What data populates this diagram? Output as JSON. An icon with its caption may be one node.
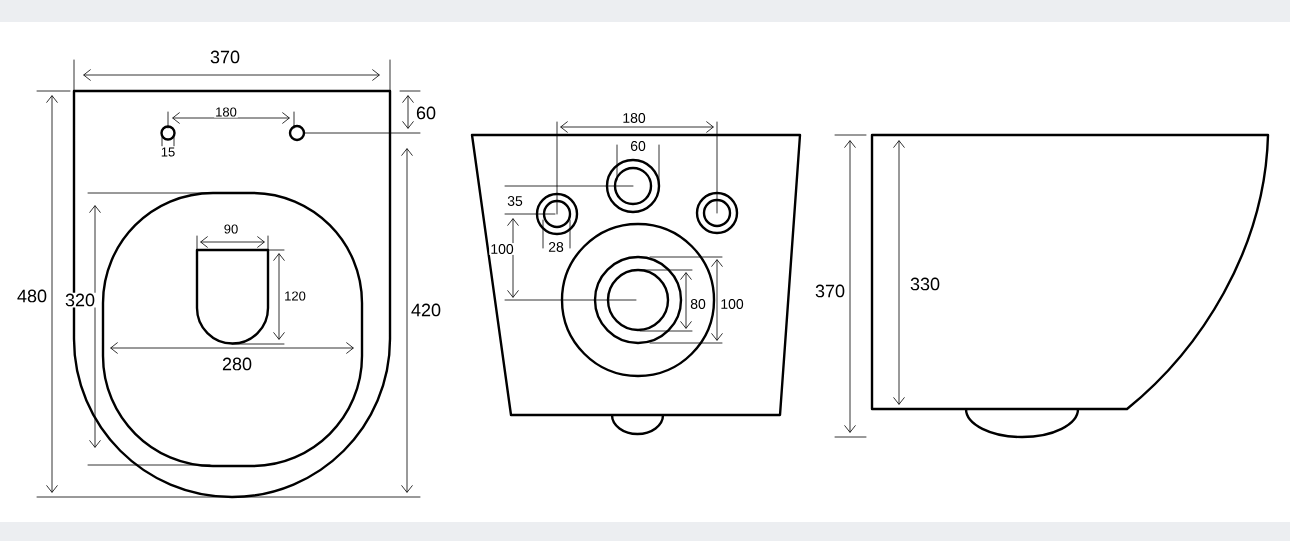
{
  "diagram": {
    "labels": [
      "370",
      "180",
      "60",
      "15",
      "90",
      "480",
      "320",
      "120",
      "420",
      "280",
      "180",
      "60",
      "35",
      "100",
      "28",
      "80",
      "100",
      "370",
      "330"
    ]
  }
}
